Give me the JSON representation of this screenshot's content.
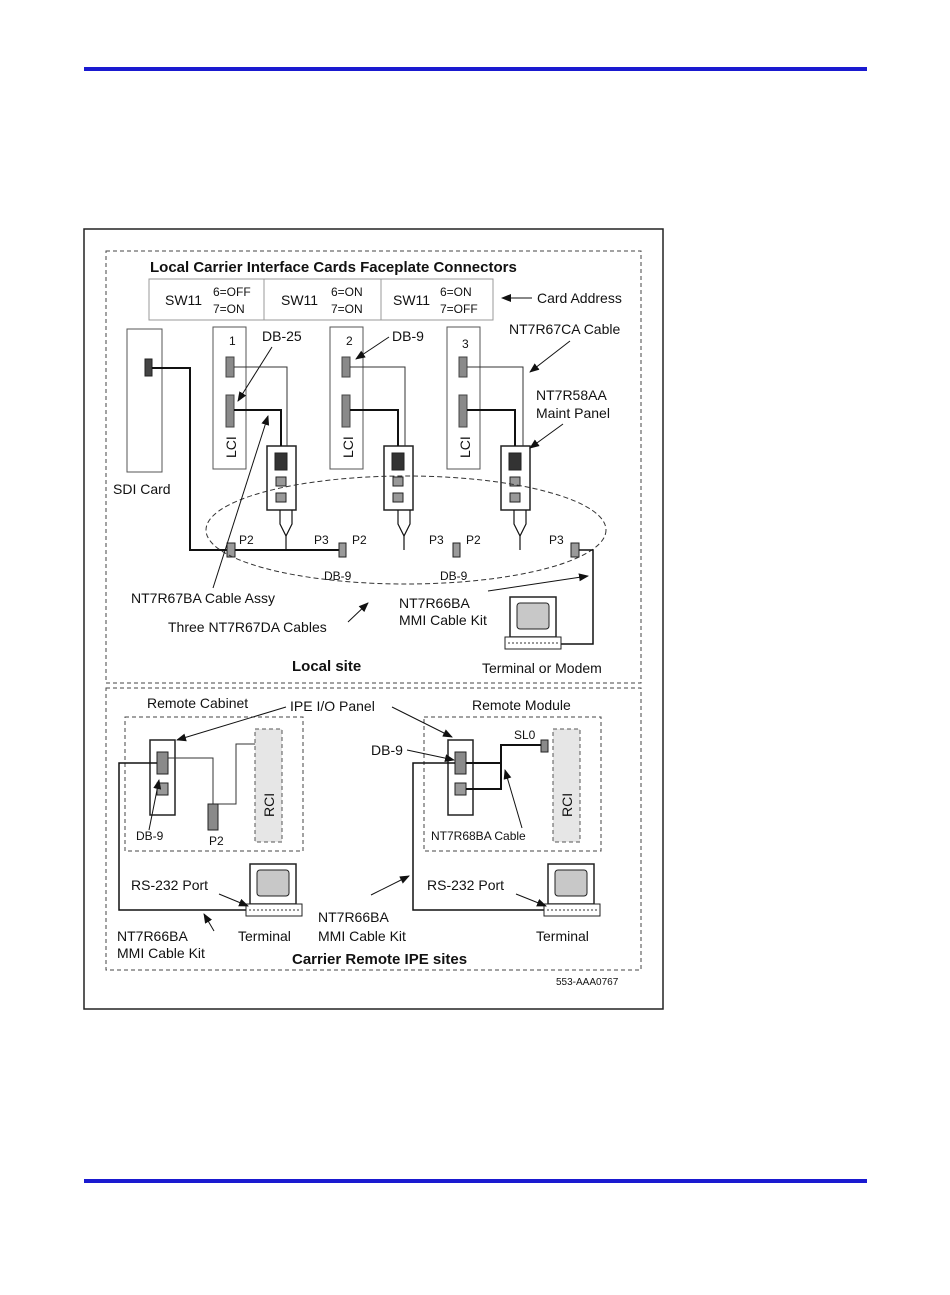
{
  "page": {
    "colors": {
      "rule": "#1a1ad0",
      "line": "#222222",
      "connector": "#808080",
      "rci_fill": "#e6e6e6"
    }
  },
  "figure": {
    "local_header": "Local Carrier Interface Cards Faceplate Connectors",
    "switch_cells": [
      {
        "sw": "SW11",
        "l1": "6=OFF",
        "l2": "7=ON"
      },
      {
        "sw": "SW11",
        "l1": "6=ON",
        "l2": "7=ON"
      },
      {
        "sw": "SW11",
        "l1": "6=ON",
        "l2": "7=OFF"
      }
    ],
    "card_address": "Card Address",
    "card_numbers": [
      "1",
      "2",
      "3"
    ],
    "lci_label": "LCI",
    "sdi_card": "SDI Card",
    "db25": "DB-25",
    "db9": "DB-9",
    "nt7r67ca": "NT7R67CA Cable",
    "nt7r58aa_1": "NT7R58AA",
    "nt7r58aa_2": "Maint Panel",
    "p2": "P2",
    "p3": "P3",
    "nt7r67ba": "NT7R67BA Cable Assy",
    "three_nt7r67da": "Three NT7R67DA Cables",
    "nt7r66ba": "NT7R66BA",
    "mmi_cable_kit": "MMI Cable Kit",
    "terminal_or_modem": "Terminal or Modem",
    "local_site": "Local site",
    "remote_cabinet": "Remote Cabinet",
    "ipe_io_panel": "IPE I/O Panel",
    "remote_module": "Remote Module",
    "rci_label": "RCI",
    "sl0": "SL0",
    "nt7r68ba": "NT7R68BA Cable",
    "rs232_port": "RS-232 Port",
    "terminal": "Terminal",
    "carrier_remote": "Carrier Remote IPE sites",
    "figure_id": "553-AAA0767"
  }
}
